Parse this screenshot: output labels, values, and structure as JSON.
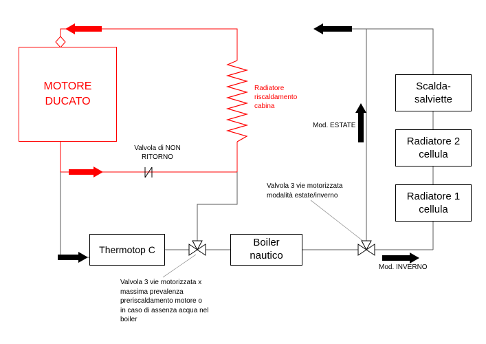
{
  "diagram": {
    "nodes": {
      "motore": "MOTORE\nDUCATO",
      "thermotop": "Thermotop C",
      "boiler": "Boiler\nnautico",
      "scalda": "Scalda-\nsalviette",
      "radiatore2": "Radiatore 2\ncellula",
      "radiatore1": "Radiatore 1\ncellula"
    },
    "labels": {
      "radiatore_cabina": "Radiatore\nriscaldamento\ncabina",
      "valvola_non_ritorno": "Valvola di NON\nRITORNO",
      "mod_estate": "Mod. ESTATE",
      "mod_inverno": "Mod. INVERNO",
      "valvola_estate_inverno": "Valvola 3 vie motorizzata\nmodalità estate/inverno",
      "valvola_prevalenza": "Valvola 3 vie motorizzata x\nmassima prevalenza\npreriscaldamento motore o\nin caso di assenza acqua nel\nboiler"
    },
    "colors": {
      "hot_circuit": "#ff0000",
      "pipe": "#595959",
      "arrow_black": "#000000"
    }
  }
}
